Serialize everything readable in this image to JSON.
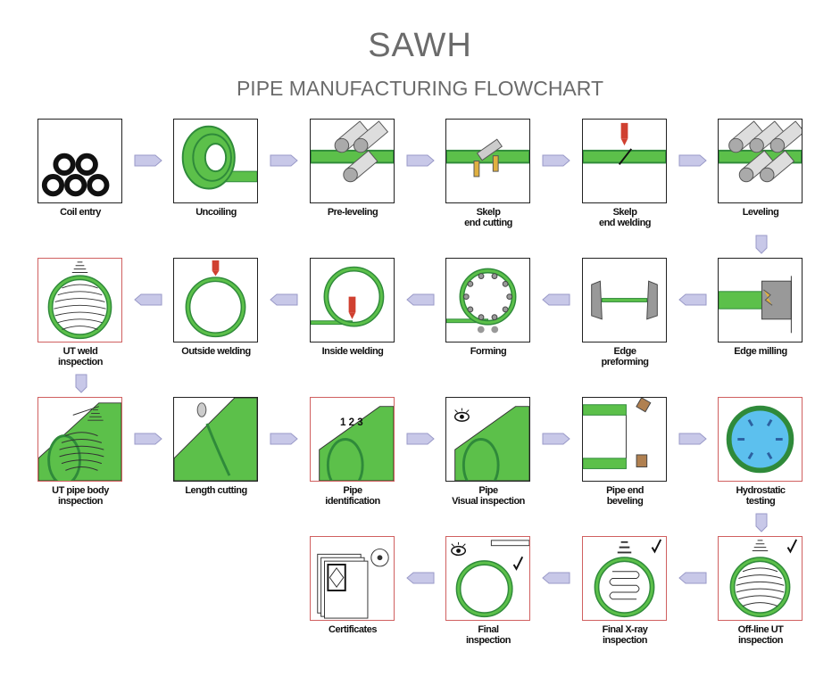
{
  "header": {
    "title": "SAWH",
    "subtitle": "PIPE MANUFACTURING FLOWCHART"
  },
  "colors": {
    "pipe_green": "#5cc04a",
    "pipe_dark": "#2f8a3a",
    "arrow": "#c8c8e8",
    "red_border": "#d06060",
    "water": "#5cc0ee"
  },
  "steps": [
    {
      "label": "Coil entry",
      "icon": "coils-icon",
      "highlight": false
    },
    {
      "label": "Uncoiling",
      "icon": "uncoil-icon",
      "highlight": false
    },
    {
      "label": "Pre-leveling",
      "icon": "rollers-icon",
      "highlight": false
    },
    {
      "label": "Skelp\nend cutting",
      "icon": "cutter-icon",
      "highlight": false
    },
    {
      "label": "Skelp\nend welding",
      "icon": "torch-strip-icon",
      "highlight": false
    },
    {
      "label": "Leveling",
      "icon": "rollers-many-icon",
      "highlight": false
    },
    {
      "label": "Edge milling",
      "icon": "mill-icon",
      "highlight": false
    },
    {
      "label": "Edge\npreforming",
      "icon": "preform-icon",
      "highlight": false
    },
    {
      "label": "Forming",
      "icon": "forming-icon",
      "highlight": false
    },
    {
      "label": "Inside welding",
      "icon": "inside-weld-icon",
      "highlight": false
    },
    {
      "label": "Outside welding",
      "icon": "outside-weld-icon",
      "highlight": false
    },
    {
      "label": "UT weld\ninspection",
      "icon": "ut-ring-icon",
      "highlight": true
    },
    {
      "label": "UT pipe body\ninspection",
      "icon": "ut-body-icon",
      "highlight": true
    },
    {
      "label": "Length cutting",
      "icon": "length-cut-icon",
      "highlight": false
    },
    {
      "label": "Pipe\nidentification",
      "icon": "pipe-id-icon",
      "highlight": true,
      "marking": "1 2 3"
    },
    {
      "label": "Pipe\nVisual inspection",
      "icon": "pipe-eye-icon",
      "highlight": false
    },
    {
      "label": "Pipe end\nbeveling",
      "icon": "bevel-icon",
      "highlight": false
    },
    {
      "label": "Hydrostatic\ntesting",
      "icon": "hydro-icon",
      "highlight": true
    },
    {
      "label": "Off-line UT\ninspection",
      "icon": "ut-check-icon",
      "highlight": true
    },
    {
      "label": "Final X-ray\ninspection",
      "icon": "xray-icon",
      "highlight": true
    },
    {
      "label": "Final\ninspection",
      "icon": "final-icon",
      "highlight": true
    },
    {
      "label": "Certificates",
      "icon": "certificates-icon",
      "highlight": true
    }
  ]
}
